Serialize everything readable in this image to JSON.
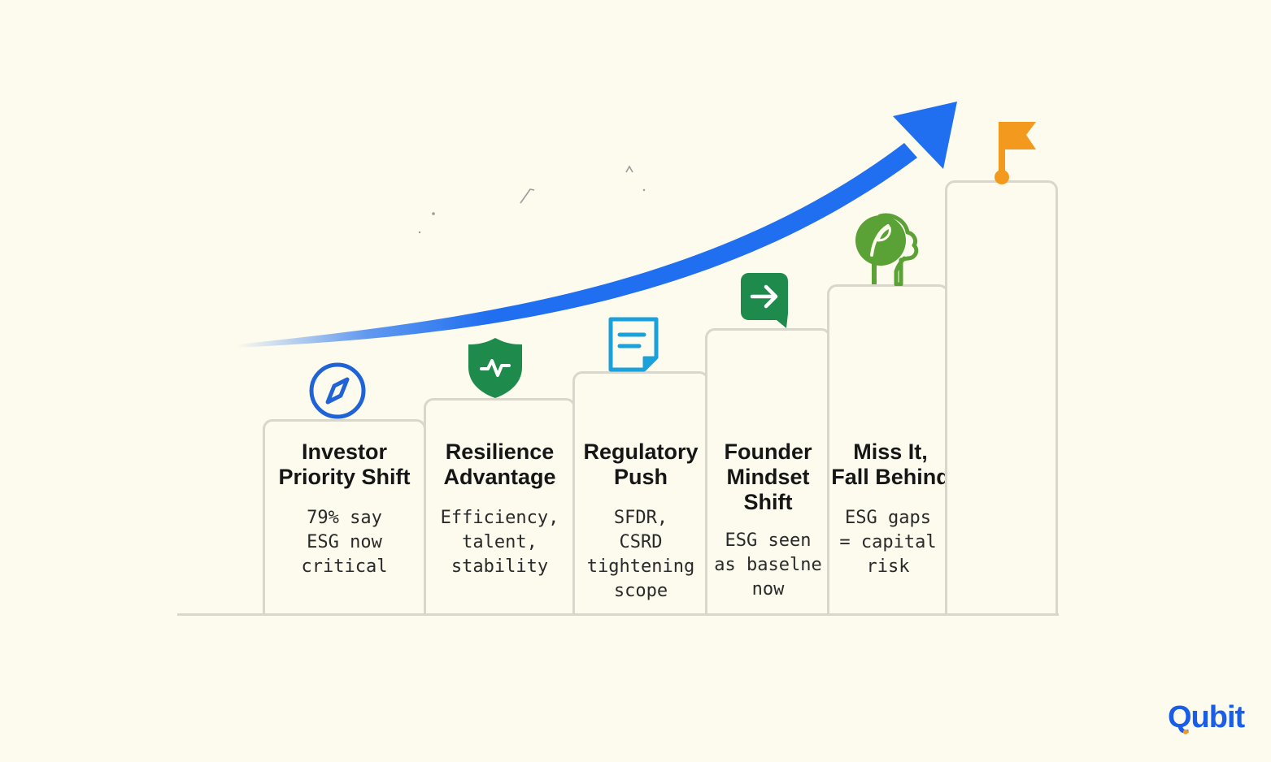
{
  "steps": [
    {
      "title": "Investor\nPriority Shift",
      "description": "79% say\nESG now\ncritical",
      "icon": "compass-icon",
      "icon_color": "#1f63d6"
    },
    {
      "title": "Resilience\nAdvantage",
      "description": "Efficiency,\ntalent,\nstability",
      "icon": "shield-pulse-icon",
      "icon_color": "#1e8a4c"
    },
    {
      "title": "Regulatory\nPush",
      "description": "SFDR,\nCSRD\ntightening\nscope",
      "icon": "document-icon",
      "icon_color": "#1aa0db"
    },
    {
      "title": "Founder\nMindset\nShift",
      "description": "ESG seen\nas baselne\nnow",
      "icon": "arrow-bubble-icon",
      "icon_color": "#1e8a4c"
    },
    {
      "title": "Miss It,\nFall Behind",
      "description": "ESG gaps\n= capital\nrisk",
      "icon": "leaf-head-icon",
      "icon_color": "#5aa136"
    },
    {
      "title": "",
      "description": "",
      "icon": "flag-icon",
      "icon_color": "#f39a1e"
    }
  ],
  "growth_arrow": {
    "icon": "trend-arrow-icon",
    "color": "#1f6ff0"
  },
  "brand": {
    "name": "Qubit",
    "color": "#1a5ee8",
    "accent": "#f39a1e"
  }
}
